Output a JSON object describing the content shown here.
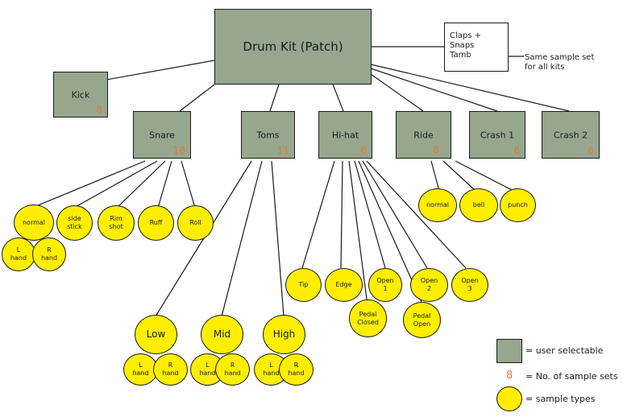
{
  "colors": {
    "box": "#96a78d",
    "circle": "#ffee00",
    "count": "#e8743b",
    "line": "#1a1a1a"
  },
  "root": {
    "label": "Drum Kit (Patch)"
  },
  "extras": {
    "label": "Claps + Snaps\nTamb",
    "note": "Same sample set\nfor all kits"
  },
  "kick": {
    "label": "Kick",
    "count": "8"
  },
  "groups": {
    "snare": {
      "label": "Snare",
      "count": "18",
      "samples": [
        "normal",
        "side\nstick",
        "Rim\nshot",
        "Ruff",
        "Roll",
        "L\nhand",
        "R\nhand"
      ]
    },
    "toms": {
      "label": "Toms",
      "count": "11",
      "types": [
        "Low",
        "Mid",
        "High"
      ],
      "hands": [
        "L\nhand",
        "R\nhand"
      ]
    },
    "hihat": {
      "label": "Hi-hat",
      "count": "6",
      "samples": [
        "Tip",
        "Edge",
        "Open\n1",
        "Open\n2",
        "Open\n3",
        "Pedal\nClosed",
        "Pedal\nOpen"
      ]
    },
    "ride": {
      "label": "Ride",
      "count": "8",
      "samples": [
        "normal",
        "bell",
        "punch"
      ]
    },
    "crash1": {
      "label": "Crash 1",
      "count": "6"
    },
    "crash2": {
      "label": "Crash 2",
      "count": "6"
    }
  },
  "legend": {
    "selectable": "= user selectable",
    "sample_count_example": "8",
    "sample_count": "= No. of sample sets",
    "sample_types": "= sample types"
  }
}
